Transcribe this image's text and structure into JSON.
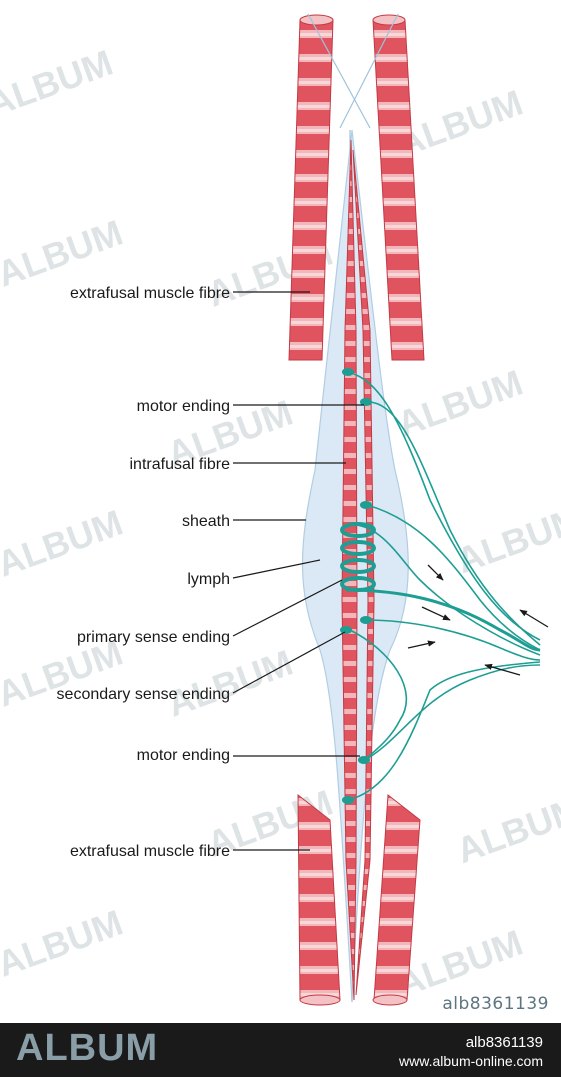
{
  "labels": {
    "extrafusal_top": "extrafusal muscle fibre",
    "motor_top": "motor ending",
    "intrafusal": "intrafusal fibre",
    "sheath": "sheath",
    "lymph": "lymph",
    "primary": "primary sense ending",
    "secondary": "secondary sense ending",
    "motor_bottom": "motor ending",
    "extrafusal_bottom": "extrafusal muscle fibre"
  },
  "watermark": {
    "text": "ALBUM",
    "image_id": "alb8361139"
  },
  "footer": {
    "logo": "ALBUM",
    "id": "alb8361139",
    "url": "www.album-online.com"
  },
  "colors": {
    "muscle": "#e0545f",
    "muscle_light": "#f4c2c5",
    "sheath": "#d6e7f4",
    "nerve": "#1e9e93",
    "footer_bg": "#1a1a1a",
    "logo": "#8a9ea8"
  }
}
